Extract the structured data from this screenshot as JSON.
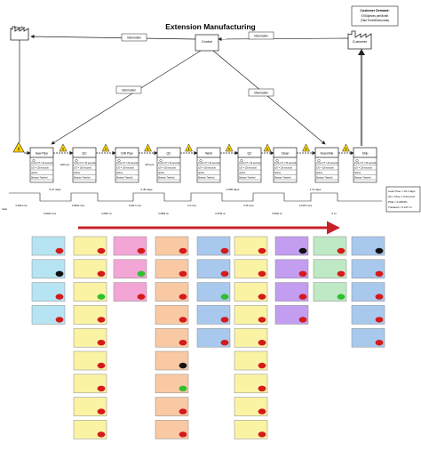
{
  "title": "Extension Manufacturing",
  "customer": {
    "box_title": "Customer Demand:",
    "line1": "5760pieces perMonth",
    "line2": "(Takt Time\\60seconds)",
    "label": "Customer"
  },
  "supplier": {
    "label": "Supplier"
  },
  "control": {
    "label": "Control"
  },
  "info_labels": {
    "left_top": "Information",
    "right_top": "Information",
    "left_mid": "Information",
    "right_mid": "Information"
  },
  "processes": [
    {
      "label": "Saw Pipe"
    },
    {
      "label": "QC"
    },
    {
      "label": "Drill Pipe"
    },
    {
      "label": "QC"
    },
    {
      "label": "Weld"
    },
    {
      "label": "QC"
    },
    {
      "label": "Clean"
    },
    {
      "label": "Assemble"
    },
    {
      "label": "Ship"
    }
  ],
  "inventory_notes": [
    "1000 pcs",
    "",
    "95.5 pcs",
    "",
    "",
    "",
    "",
    "",
    ""
  ],
  "databox_lines": [
    "Cycle C/T = 60 seconds",
    "C/O = 100 seconds",
    "Uptime",
    "Distance Traveled"
  ],
  "timeline": {
    "days": [
      "5.27 days",
      "0.45 days",
      "0.050 days",
      "1.11 days"
    ],
    "times": [
      "0.0054 min",
      "0.0230 mins",
      "0.0833 mins",
      "0.0597 mi",
      "0.0417 mins",
      "0.0833 mi",
      "0.3 mins",
      "0.0750 mi",
      "0.45 mins",
      "0.0811 mi",
      "0.0167 mins",
      "0 mi"
    ],
    "left_label": "track"
  },
  "summary": {
    "lines": [
      "Lead Time = 10.1 days",
      "VA = Time = 5.44 mins",
      "PCE = 0.0454%",
      "Traveled = 0.147 mi"
    ]
  },
  "flow_arrow_color": "#c8202a",
  "columns": [
    {
      "color": "#b6e4f2",
      "dots": [
        "red",
        "black",
        "red",
        "red"
      ]
    },
    {
      "color": "#fbf3a4",
      "dots": [
        "red",
        "red",
        "green",
        "red",
        "red",
        "red",
        "red",
        "red",
        "red"
      ]
    },
    {
      "color": "#f3a6d6",
      "dots": [
        "red",
        "green",
        "red"
      ]
    },
    {
      "color": "#f9c9a3",
      "dots": [
        "red",
        "red",
        "red",
        "red",
        "red",
        "black",
        "green",
        "red",
        "red"
      ]
    },
    {
      "color": "#a9c8ee",
      "dots": [
        "red",
        "red",
        "green",
        "red",
        "red"
      ]
    },
    {
      "color": "#fbf3a4",
      "dots": [
        "red",
        "red",
        "red",
        "red",
        "red",
        "red",
        "red",
        "red",
        "red"
      ]
    },
    {
      "color": "#c39df0",
      "dots": [
        "black",
        "red",
        "red",
        "red"
      ]
    },
    {
      "color": "#bfe9c4",
      "dots": [
        "red",
        "red",
        "green"
      ]
    },
    {
      "color": "#a9c8ee",
      "dots": [
        "black",
        "red",
        "red",
        "red",
        "red"
      ]
    }
  ]
}
